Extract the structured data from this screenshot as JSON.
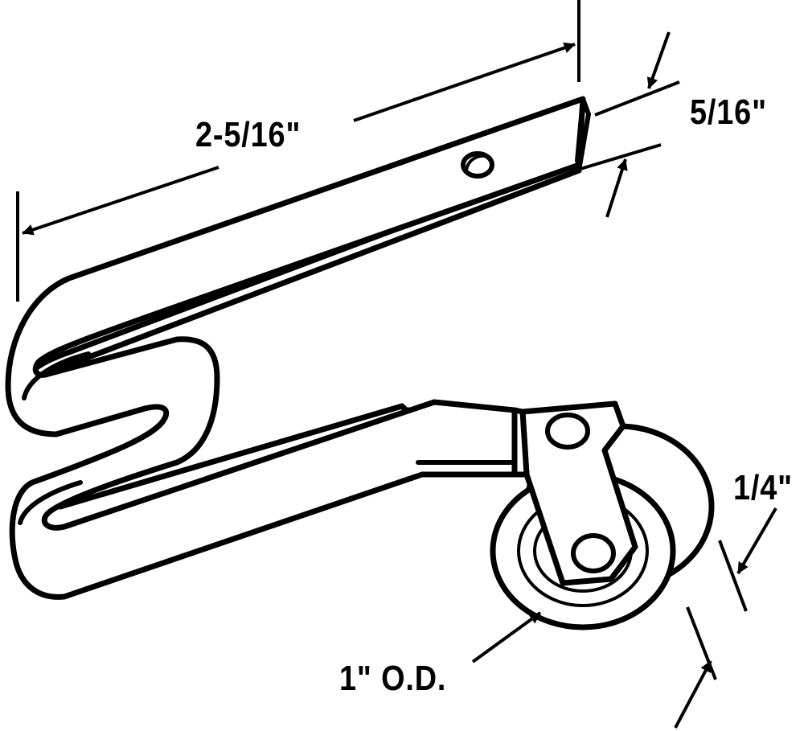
{
  "diagram": {
    "dimensions": {
      "length": "2-5/16\"",
      "width": "5/16\"",
      "wheel_width": "1/4\"",
      "wheel_diameter": "1\" O.D."
    },
    "colors": {
      "line": "#000000",
      "background": "#ffffff"
    }
  }
}
